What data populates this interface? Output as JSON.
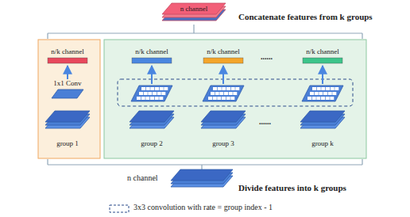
{
  "diagram": {
    "nodes": [
      {
        "text": [
          "n channel"
        ]
      },
      {
        "text": [
          "n/k channel"
        ]
      },
      {
        "text": [
          "n/k channel"
        ]
      },
      {
        "text": [
          "n/k channel"
        ]
      },
      {
        "text": [
          "n/k channel"
        ]
      },
      {
        "text": [
          "1x1 Conv"
        ]
      },
      {
        "text": [
          "group 1"
        ]
      },
      {
        "text": [
          "group 2"
        ]
      },
      {
        "text": [
          "group 3"
        ]
      },
      {
        "text": [
          "group k"
        ]
      },
      {
        "text": [
          "n channel"
        ]
      }
    ],
    "edges": [
      {
        "from": 5,
        "to": 1,
        "arrow": "to"
      },
      {
        "from": 7,
        "to": 2,
        "arrow": "to"
      },
      {
        "from": 8,
        "to": 3,
        "arrow": "to"
      },
      {
        "from": 9,
        "to": 4,
        "arrow": "to"
      }
    ],
    "labels": [
      "Concatenate features from k groups",
      "......",
      "......",
      "Divide features into k groups"
    ],
    "legend": [
      {
        "text": "3x3 convolution with rate = group index - 1"
      }
    ]
  }
}
